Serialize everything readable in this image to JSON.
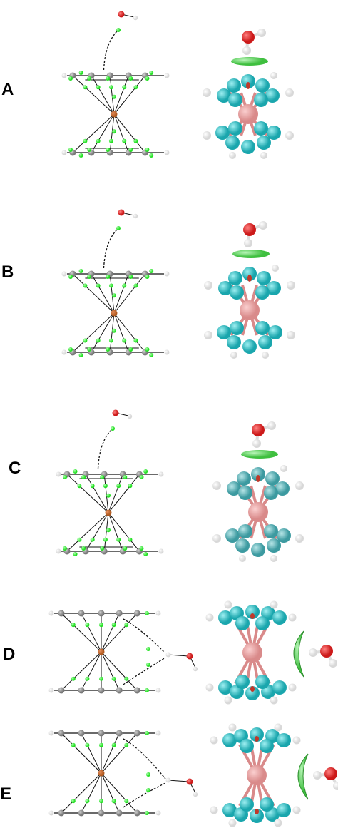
{
  "panels": [
    {
      "label": "A",
      "water": "above",
      "iso": "flat"
    },
    {
      "label": "B",
      "water": "above",
      "iso": "flat"
    },
    {
      "label": "C",
      "water": "above",
      "iso": "flat"
    },
    {
      "label": "D",
      "water": "side",
      "iso": "arc"
    },
    {
      "label": "E",
      "water": "side",
      "iso": "arc"
    }
  ],
  "colors": {
    "carbon_ball": "#7a7a7a",
    "hydrogen_ball": "#d8d8d8",
    "bcp_green": "#22e022",
    "iron_ball": "#b05a20",
    "oxygen": "#cc1a1a",
    "cyan_carbon": "#1aa6ad",
    "cyan_carbon_c": "#3c9aa0",
    "iron_pink": "#d98a8a",
    "nci_green": "#3fbf3f"
  }
}
